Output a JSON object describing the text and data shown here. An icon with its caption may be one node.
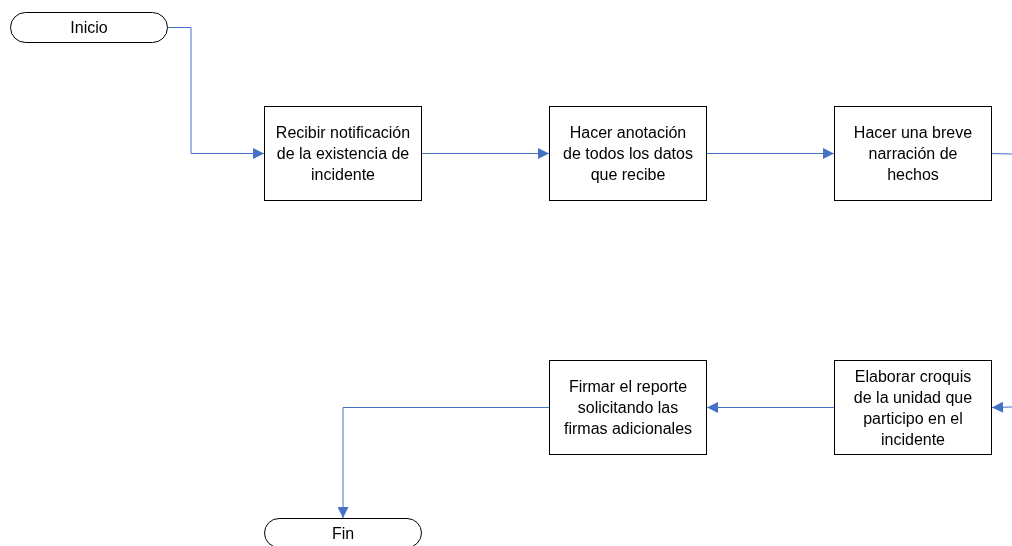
{
  "diagram": {
    "nodes": [
      {
        "text": [
          "Inicio"
        ]
      },
      {
        "text": [
          "Recibir notificación de la existencia de incidente"
        ]
      },
      {
        "text": [
          "Hacer anotación de todos los datos que recibe"
        ]
      },
      {
        "text": [
          "Hacer una breve narración de hechos"
        ]
      },
      {
        "text": [
          "Elaborar croquis de la unidad que participo en el incidente"
        ]
      },
      {
        "text": [
          "Firmar el reporte solicitando las firmas adicionales"
        ]
      },
      {
        "text": [
          "Fin"
        ]
      }
    ],
    "edges": [
      {
        "from": 0,
        "to": 1,
        "arrow": "to"
      },
      {
        "from": 1,
        "to": 2,
        "arrow": "to"
      },
      {
        "from": 2,
        "to": 3,
        "arrow": "to"
      },
      {
        "from": 3,
        "to": null,
        "arrow": "none"
      },
      {
        "from": null,
        "to": 4,
        "arrow": "to"
      },
      {
        "from": 4,
        "to": 5,
        "arrow": "to"
      },
      {
        "from": 5,
        "to": 6,
        "arrow": "to"
      }
    ]
  }
}
